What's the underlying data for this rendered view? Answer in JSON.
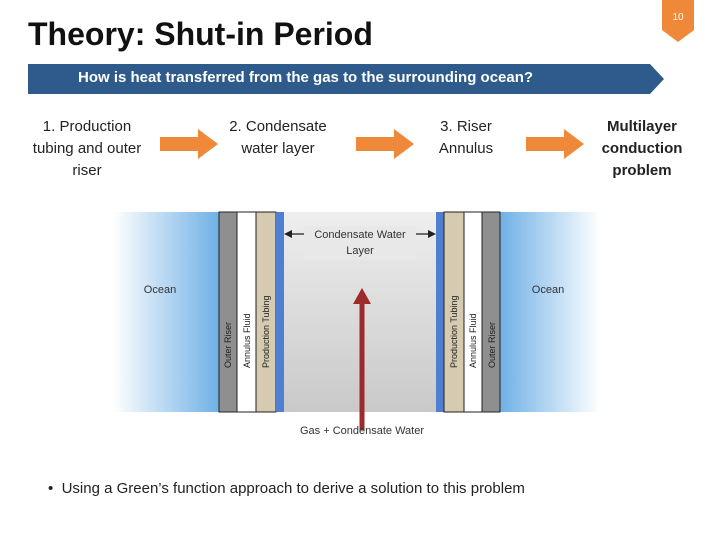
{
  "title": "Theory: Shut-in Period",
  "page_number": "10",
  "banner": {
    "question": "How is heat transferred from the gas to the surrounding ocean?"
  },
  "steps": [
    {
      "label": "1. Production tubing and outer riser"
    },
    {
      "label": "2. Condensate water layer"
    },
    {
      "label": "3. Riser Annulus"
    },
    {
      "label": "Multilayer conduction problem"
    }
  ],
  "diagram": {
    "left_ocean": "Ocean",
    "right_ocean": "Ocean",
    "condensate_label": "Condensate Water Layer",
    "gas_label": "Gas + Condensate Water",
    "left_layers": [
      "Outer Riser",
      "Annulus Fluid",
      "Production Tubing"
    ],
    "right_layers": [
      "Production Tubing",
      "Annulus Fluid",
      "Outer Riser"
    ]
  },
  "bullets": [
    "Using a Green’s function approach to derive a solution to this problem"
  ],
  "colors": {
    "accent_orange": "#f0883a",
    "banner_blue": "#2e5b8c",
    "ocean_blue": "#7fb8e8",
    "arrow_red": "#9b2c2c"
  }
}
